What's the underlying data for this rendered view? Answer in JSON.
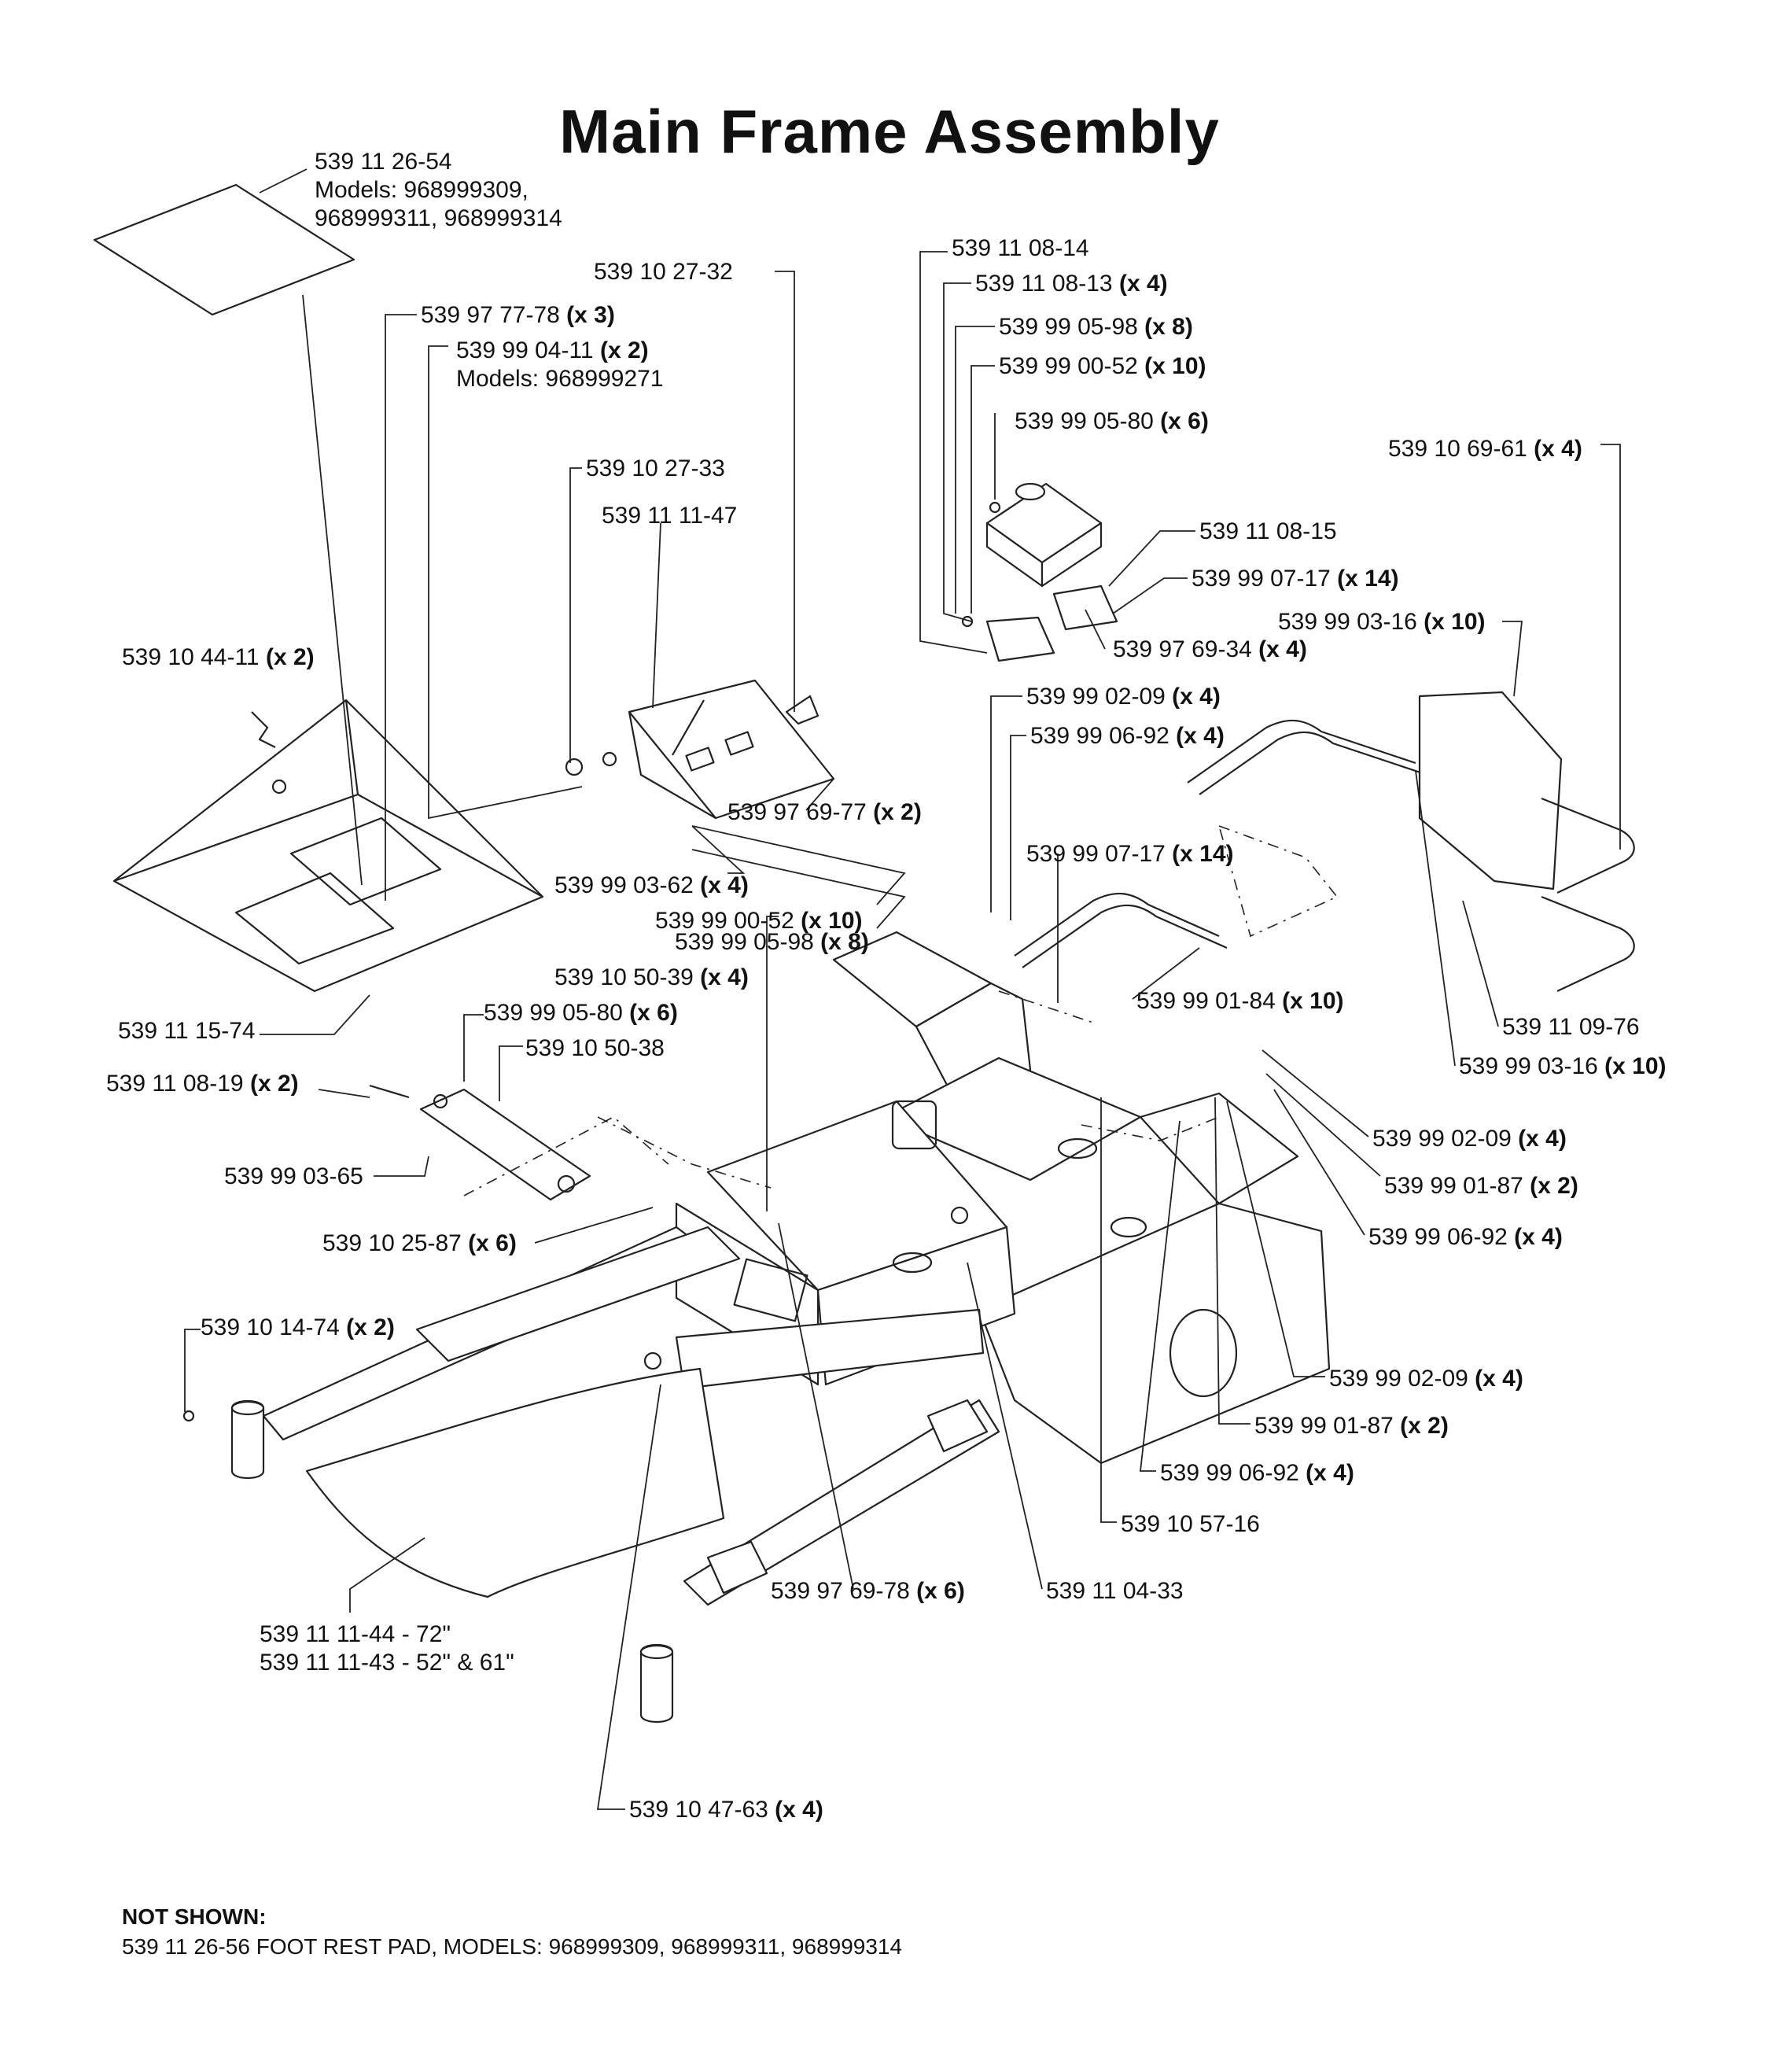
{
  "title": "Main Frame Assembly",
  "labels": [
    {
      "id": "l01",
      "text": "539 11 26-54",
      "qty": ""
    },
    {
      "id": "l01b",
      "text": "Models: 968999309,",
      "qty": ""
    },
    {
      "id": "l01c",
      "text": "968999311, 968999314",
      "qty": ""
    },
    {
      "id": "l02",
      "text": "539 10 27-32",
      "qty": ""
    },
    {
      "id": "l03",
      "text": "539 97 77-78",
      "qty": "(x 3)"
    },
    {
      "id": "l04",
      "text": "539 99 04-11",
      "qty": "(x 2)"
    },
    {
      "id": "l04b",
      "text": "Models: 968999271",
      "qty": ""
    },
    {
      "id": "l05",
      "text": "539 10 27-33",
      "qty": ""
    },
    {
      "id": "l06",
      "text": "539 11 11-47",
      "qty": ""
    },
    {
      "id": "l07",
      "text": "539 10 44-11",
      "qty": "(x 2)"
    },
    {
      "id": "l08",
      "text": "539 97 69-77",
      "qty": "(x 2)"
    },
    {
      "id": "l09",
      "text": "539 99 03-62",
      "qty": "(x 4)"
    },
    {
      "id": "l10",
      "text": "539 99 00-52",
      "qty": "(x 10)"
    },
    {
      "id": "l11",
      "text": "539 99 05-98",
      "qty": "(x 8)"
    },
    {
      "id": "l12",
      "text": "539 10 50-39",
      "qty": "(x 4)"
    },
    {
      "id": "l13",
      "text": "539 99 05-80",
      "qty": "(x 6)"
    },
    {
      "id": "l14",
      "text": "539 10 50-38",
      "qty": ""
    },
    {
      "id": "l15",
      "text": "539 11 15-74",
      "qty": ""
    },
    {
      "id": "l16",
      "text": "539 11 08-19",
      "qty": "(x 2)"
    },
    {
      "id": "l17",
      "text": "539 99 03-65",
      "qty": ""
    },
    {
      "id": "l18",
      "text": "539 10 25-87",
      "qty": "(x 6)"
    },
    {
      "id": "l19",
      "text": "539 10 14-74",
      "qty": "(x 2)"
    },
    {
      "id": "l20",
      "text": "539 11 11-44 - 72\"",
      "qty": ""
    },
    {
      "id": "l20b",
      "text": "539 11 11-43 - 52\" & 61\"",
      "qty": ""
    },
    {
      "id": "l21",
      "text": "539 97 69-78",
      "qty": "(x 6)"
    },
    {
      "id": "l22",
      "text": "539 11 04-33",
      "qty": ""
    },
    {
      "id": "l23",
      "text": "539 10 47-63",
      "qty": "(x 4)"
    },
    {
      "id": "l24",
      "text": "539 11 08-14",
      "qty": ""
    },
    {
      "id": "l25",
      "text": "539 11 08-13",
      "qty": "(x 4)"
    },
    {
      "id": "l26",
      "text": "539 99 05-98",
      "qty": "(x 8)"
    },
    {
      "id": "l27",
      "text": "539 99 00-52",
      "qty": "(x 10)"
    },
    {
      "id": "l28",
      "text": "539 99 05-80",
      "qty": "(x 6)"
    },
    {
      "id": "l29",
      "text": "539 11 08-15",
      "qty": ""
    },
    {
      "id": "l30",
      "text": "539 99 07-17",
      "qty": "(x 14)"
    },
    {
      "id": "l31",
      "text": "539 97 69-34",
      "qty": "(x 4)"
    },
    {
      "id": "l32",
      "text": "539 10 69-61",
      "qty": "(x 4)"
    },
    {
      "id": "l33",
      "text": "539 99 03-16",
      "qty": "(x 10)"
    },
    {
      "id": "l34",
      "text": "539 99 02-09",
      "qty": "(x 4)"
    },
    {
      "id": "l35",
      "text": "539 99 06-92",
      "qty": "(x 4)"
    },
    {
      "id": "l36",
      "text": "539 99 07-17",
      "qty": "(x 14)"
    },
    {
      "id": "l37",
      "text": "539 99 01-84",
      "qty": "(x 10)"
    },
    {
      "id": "l38",
      "text": "539 11 09-76",
      "qty": ""
    },
    {
      "id": "l39",
      "text": "539 99 03-16",
      "qty": "(x 10)"
    },
    {
      "id": "l40",
      "text": "539 99 02-09",
      "qty": "(x 4)"
    },
    {
      "id": "l41",
      "text": "539 99 01-87",
      "qty": "(x 2)"
    },
    {
      "id": "l42",
      "text": "539 99 06-92",
      "qty": "(x 4)"
    },
    {
      "id": "l43",
      "text": "539 99 02-09",
      "qty": "(x 4)"
    },
    {
      "id": "l44",
      "text": "539 99 01-87",
      "qty": "(x 2)"
    },
    {
      "id": "l45",
      "text": "539 99 06-92",
      "qty": "(x 4)"
    },
    {
      "id": "l46",
      "text": "539 10 57-16",
      "qty": ""
    }
  ],
  "not_shown": {
    "heading": "NOT SHOWN:",
    "line": "539 11 26-56   FOOT REST PAD, MODELS: 968999309, 968999311, 968999314"
  }
}
